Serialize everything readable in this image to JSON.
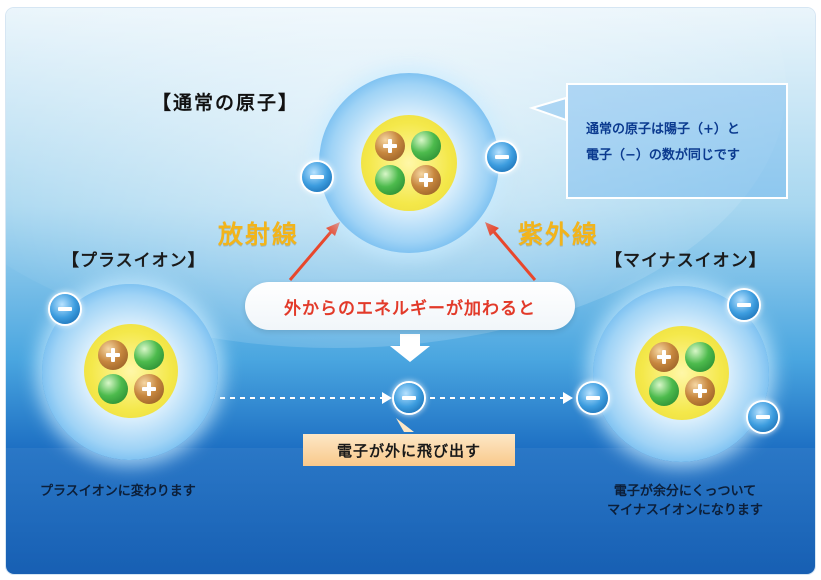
{
  "main_title": "【通常の原子】",
  "plus_ion_title": "【プラスイオン】",
  "minus_ion_title": "【マイナスイオン】",
  "radiation_label": "放射線",
  "ultraviolet_label": "紫外線",
  "info_box": {
    "line1": "通常の原子は陽子（+）と",
    "line2": "電子（−）の数が同じです"
  },
  "energy_bubble": "外からのエネルギーが加わると",
  "electron_out_label": "電子が外に飛び出す",
  "plus_ion_caption": "プラスイオンに変わります",
  "minus_ion_caption": {
    "line1": "電子が余分にくっついて",
    "line2": "マイナスイオンになります"
  },
  "colors": {
    "ray_text": "#f2b41b",
    "energy_text": "#e23a2a",
    "info_text": "#0b3a8f",
    "arrow_red": "#e8472c"
  }
}
